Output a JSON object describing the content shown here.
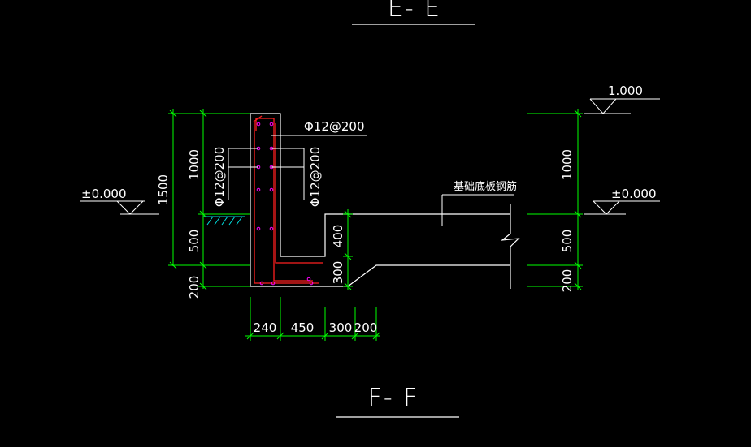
{
  "drawing": {
    "section_top": "E- E",
    "section_bottom": "F- F",
    "labels": {
      "rebar_top": "Φ12@200",
      "rebar_left": "Φ12@200",
      "rebar_right": "Φ12@200",
      "slab_note": "基础底板钢筋",
      "elev_left": "±0.000",
      "elev_right_top": "1.000",
      "elev_right_mid": "±0.000"
    },
    "dims_left": {
      "total": "1500",
      "upper": "1000",
      "lower": "500",
      "base": "200"
    },
    "dims_bottom": [
      "240",
      "450",
      "300",
      "200"
    ],
    "dims_step": {
      "upper": "400",
      "lower": "300"
    },
    "dims_right": {
      "upper": "1000",
      "lower": "500",
      "base": "200"
    },
    "colors": {
      "background": "#000000",
      "line": "#ffffff",
      "dimension": "#00ff00",
      "rebar": "#ff2020",
      "rebar_dot": "#ff00ff",
      "hatch": "#00e0e0"
    }
  }
}
